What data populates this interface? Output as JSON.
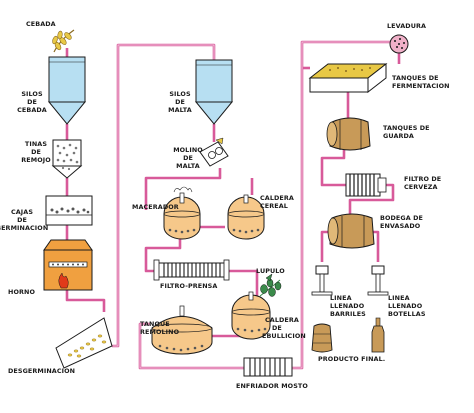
{
  "diagram": {
    "colors": {
      "pipe": "#d85a9a",
      "silo": "#b7dff2",
      "vessel": "#f6c88a",
      "furnace": "#f0a040",
      "flame": "#e03a1a",
      "grain": "#e8c845",
      "hops": "#3a8a4a",
      "barrel": "#c89a58",
      "yeast": "#f0b0c8"
    },
    "labels": {
      "cebada": "CEBADA",
      "silos_cebada": [
        "SILOS",
        "DE",
        "CEBADA"
      ],
      "tinas_remojo": [
        "TINAS",
        "DE",
        "REMOJO"
      ],
      "cajas_germinacion": [
        "CAJAS",
        "DE",
        "GERMINACION"
      ],
      "horno": "HORNO",
      "desgerminacion": "DESGERMINACION",
      "silos_malta": [
        "SILOS",
        "DE",
        "MALTA"
      ],
      "molino_malta": [
        "MOLINO",
        "DE",
        "MALTA"
      ],
      "macerador": "MACERADOR",
      "caldera_cereal": [
        "CALDERA",
        "CEREAL"
      ],
      "filtro_prensa": "FILTRO-PRENSA",
      "lupulo": "LUPULO",
      "tanque_remolino": [
        "TANQUE",
        "REMOLINO"
      ],
      "caldera_ebullicion": [
        "CALDERA",
        "DE",
        "EBULLICION"
      ],
      "enfriador_mosto": "ENFRIADOR MOSTO",
      "levadura": "LEVADURA",
      "tanques_fermentacion": [
        "TANQUES DE",
        "FERMENTACION"
      ],
      "tanques_guarda": [
        "TANQUES DE",
        "GUARDA"
      ],
      "filtro_cerveza": [
        "FILTRO DE",
        "CERVEZA"
      ],
      "bodega_envasado": [
        "BODEGA DE",
        "ENVASADO"
      ],
      "linea_barriles": [
        "LINEA",
        "LLENADO",
        "BARRILES"
      ],
      "linea_botellas": [
        "LINEA",
        "LLENADO",
        "BOTELLAS"
      ],
      "producto_final": "PRODUCTO FINAL."
    }
  }
}
